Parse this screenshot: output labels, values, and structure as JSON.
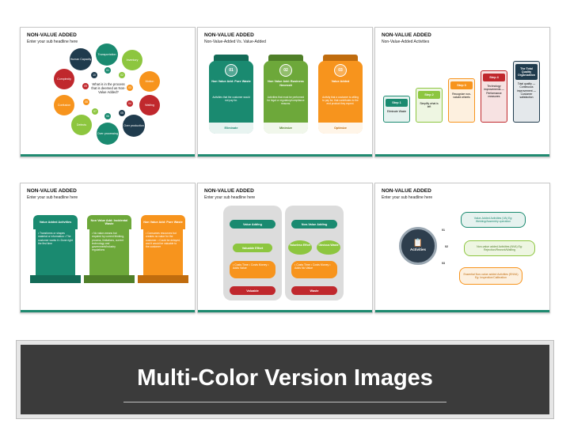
{
  "slides": [
    {
      "title": "NON-VALUE ADDED",
      "subtitle": "Enter your sub headline here",
      "center_text": "What is in the process that is deemed as Non-Value Added?",
      "items": [
        {
          "num": "01",
          "label": "Transportation",
          "color": "#1a8a70"
        },
        {
          "num": "02",
          "label": "Inventory",
          "color": "#8dc63f"
        },
        {
          "num": "03",
          "label": "Motion",
          "color": "#f7941d"
        },
        {
          "num": "04",
          "label": "Waiting",
          "color": "#c0282d"
        },
        {
          "num": "05",
          "label": "Over production",
          "color": "#1f3b4d"
        },
        {
          "num": "06",
          "label": "Over processing",
          "color": "#1a8a70"
        },
        {
          "num": "07",
          "label": "Defects",
          "color": "#8dc63f"
        },
        {
          "num": "08",
          "label": "Confusion",
          "color": "#f7941d"
        },
        {
          "num": "09",
          "label": "Complexity",
          "color": "#c0282d"
        },
        {
          "num": "10",
          "label": "Human Capacity",
          "color": "#1f3b4d"
        }
      ]
    },
    {
      "title": "NON-VALUE ADDED",
      "subtitle": "Non-Value-Added Vs. Value-Added",
      "jars": [
        {
          "num": "01",
          "heading": "Non Value Add: Pure Waste",
          "desc": "Activities that the customer would not pay for.",
          "footer": "Eliminate",
          "color": "#1a8a70"
        },
        {
          "num": "02",
          "heading": "Non Value Add: Business Necessit",
          "desc": "Activities that must be performed for legal or regulatory/compliance reasons.",
          "footer": "Minimize",
          "color": "#6da83a"
        },
        {
          "num": "03",
          "heading": "Value Added",
          "desc": "Activity that a customer is willing to pay for, that contributes to the end product they expect.",
          "footer": "Optimize",
          "color": "#f7941d"
        }
      ]
    },
    {
      "title": "NON-VALUE ADDED",
      "subtitle": "Non-Value-Added Activities",
      "steps": [
        {
          "cap": "Step 1",
          "text": "Eliminate Waste",
          "color": "#1a8a70"
        },
        {
          "cap": "Step 2",
          "text": "Simplify what is left",
          "color": "#8dc63f"
        },
        {
          "cap": "Step 3",
          "text": "Recognize non-valued wheels",
          "color": "#f7941d"
        },
        {
          "cap": "Step 4",
          "text": "Technology improvements — Performance measures",
          "color": "#c0282d"
        }
      ],
      "final": {
        "cap": "The Total Quality Organization",
        "text": "Total quality — Continuous improvement — Customer satisfaction",
        "color": "#1f3b4d"
      }
    },
    {
      "title": "NON-VALUE ADDED",
      "subtitle": "Enter your sub headline here",
      "cards": [
        {
          "heading": "Value Added Activities",
          "bullets": "• Transforms or shapes material or information • The customer wants it • Done right the first time",
          "color": "#1a8a70"
        },
        {
          "heading": "Non Value Add: Incidental Waste",
          "bullets": "• No value-means but required by current thinking, process, limitations, current technology and government/industry regulations",
          "color": "#6da83a"
        },
        {
          "heading": "Non Value Add: Pure Waste",
          "bullets": "• Consumes resources but creates no value for the customer. • Could be delayed, and it would be valuable to the customer",
          "color": "#f7941d"
        }
      ]
    },
    {
      "title": "NON-VALUE ADDED",
      "subtitle": "Enter your sub headline here",
      "left": {
        "top": "Value Adding",
        "mid": "Valuable Effort",
        "list": "• Costs Time • Costs Money • Adds Value",
        "bottom": "Valuable"
      },
      "right": {
        "top": "Non-Value Adding",
        "mid_a": "Valueless Effort",
        "mid_b": "Obvious Waste",
        "list": "• Costs Time • Costs Money • Adds No Value",
        "bottom": "Waste"
      }
    },
    {
      "title": "NON-VALUE ADDED",
      "subtitle": "Enter your sub headline here",
      "center": "Activities",
      "items": [
        {
          "num": "01",
          "text": "Value-Added Activities (VA) Eg: Welding/Assembly operation",
          "color": "#1a8a70"
        },
        {
          "num": "02",
          "text": "Non-value added Activities (NVA) Eg: Rejection/Rework/Waiting",
          "color": "#8dc63f"
        },
        {
          "num": "03",
          "text": "Essential Non-value added Activities (ENVA) Eg: Inspection/Calibration",
          "color": "#f7941d"
        }
      ]
    }
  ],
  "banner": {
    "title": "Multi-Color Version Images"
  }
}
